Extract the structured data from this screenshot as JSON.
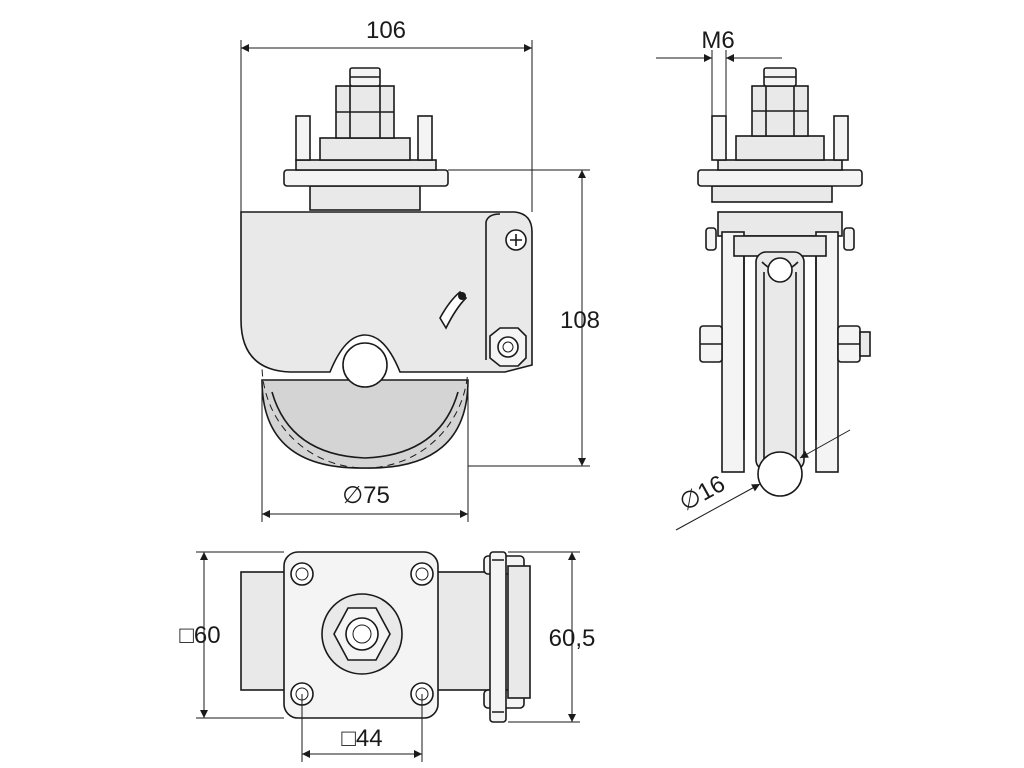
{
  "drawing": {
    "views": [
      "front-view",
      "side-view",
      "top-view"
    ],
    "dimensions": {
      "overall_width": "106",
      "thread": "M6",
      "overall_height": "108",
      "wheel_diameter": "∅75",
      "rail_diameter": "∅16",
      "plate_size": "□60",
      "total_depth": "60,5",
      "hole_spacing": "□44"
    },
    "colors": {
      "line": "#1a1a1a",
      "fill": "#e9e9e9",
      "background": "#ffffff"
    }
  }
}
